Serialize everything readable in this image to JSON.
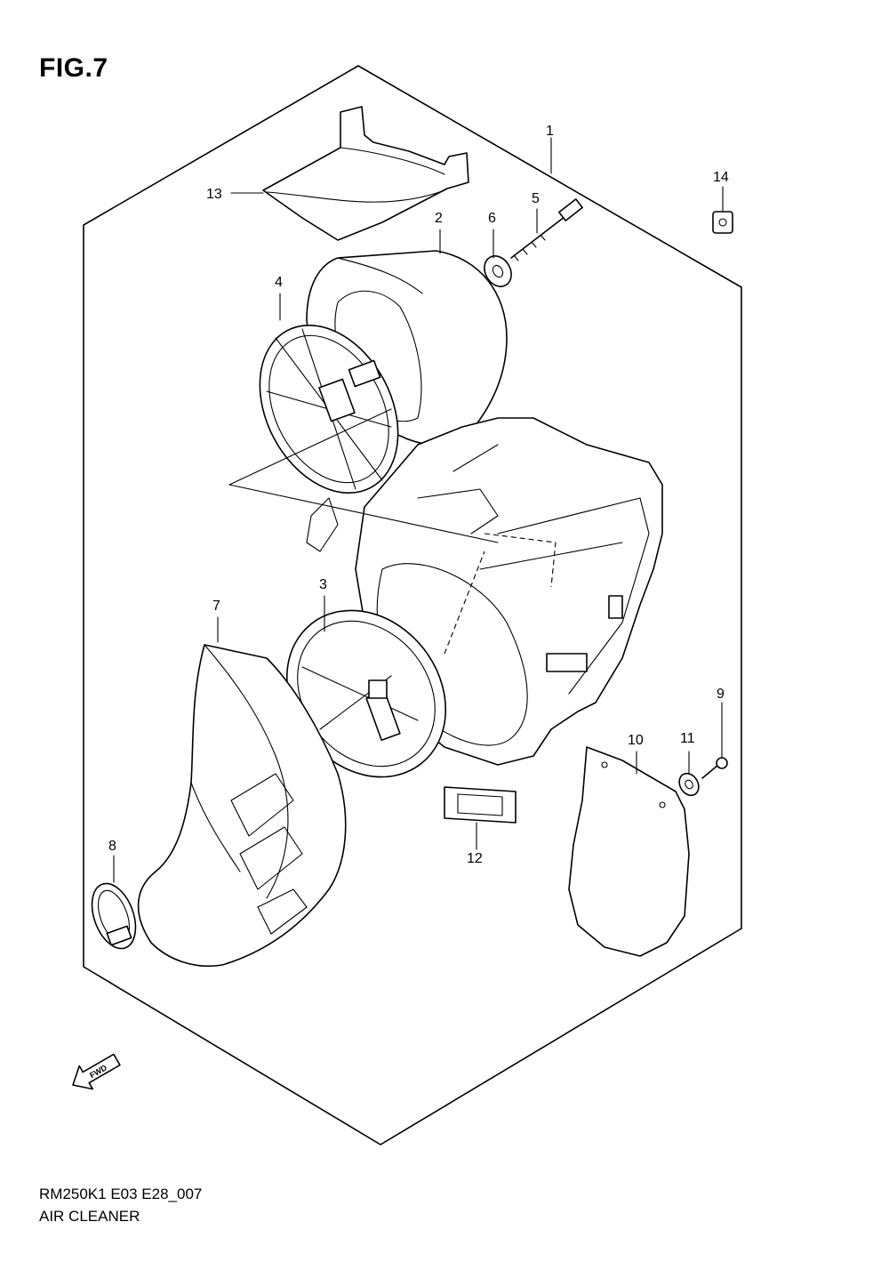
{
  "figure": {
    "title": "FIG.7",
    "model_code": "RM250K1 E03 E28_007",
    "section_name": "AIR CLEANER",
    "fwd_label": "FWD"
  },
  "callouts": [
    {
      "id": "1",
      "label": "1"
    },
    {
      "id": "2",
      "label": "2"
    },
    {
      "id": "3",
      "label": "3"
    },
    {
      "id": "4",
      "label": "4"
    },
    {
      "id": "5",
      "label": "5"
    },
    {
      "id": "6",
      "label": "6"
    },
    {
      "id": "7",
      "label": "7"
    },
    {
      "id": "8",
      "label": "8"
    },
    {
      "id": "9",
      "label": "9"
    },
    {
      "id": "10",
      "label": "10"
    },
    {
      "id": "11",
      "label": "11"
    },
    {
      "id": "12",
      "label": "12"
    },
    {
      "id": "13",
      "label": "13"
    },
    {
      "id": "14",
      "label": "14"
    }
  ]
}
